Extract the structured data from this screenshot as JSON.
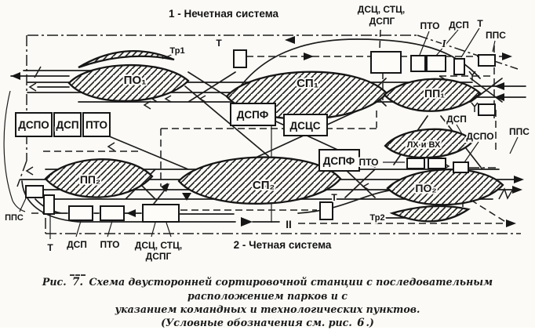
{
  "figure": {
    "title_odd": "1 - Нечетная система",
    "title_even": "2 - Четная система"
  },
  "colors": {
    "ink": "#1c1c1c",
    "paper": "#fbfaf6"
  },
  "parks": {
    "po1": "ПО₁",
    "sp1": "СП₁",
    "pp1": "ПП₁",
    "lh_vh": "ЛХ и ВХ",
    "pp2": "ПП₂",
    "sp2": "СП₂",
    "po2": "ПО₂"
  },
  "posts": {
    "left_dspo": "ДСПО",
    "left_dsp": "ДСП",
    "left_pto": "ПТО",
    "dspf_upper": "ДСПФ",
    "dscs": "ДСЦС",
    "dspf_lower": "ДСПФ"
  },
  "labels": {
    "top_dsc_stc": "ДСЦ, СТЦ,",
    "top_dspg": "ДСПГ",
    "top_pto": "ПТО",
    "top_dsp": "ДСП",
    "top_t": "Т",
    "top_pps": "ППС",
    "tr1": "Тр1",
    "t_upper": "Т",
    "roman_i": "I",
    "right_dsp": "ДСП",
    "right_dspo": "ДСПО",
    "right_pps": "ППС",
    "mid_pto": "ПТО",
    "t_lower": "Т",
    "tr2": "Тр2",
    "roman_ii": "II",
    "bottom_pps": "ППС",
    "bottom_t": "Т",
    "bottom_dsp": "ДСП",
    "bottom_pto": "ПТО",
    "bottom_dsc_stc": "ДСЦ, СТЦ,",
    "bottom_dspg": "ДСПГ"
  },
  "caption": {
    "prefix": "Рис.",
    "number": "7.",
    "line1": "Схема двусторонней сортировочной станции с последовательным расположением парков и с",
    "line2": "указанием командных и технологических пунктов.",
    "note_prefix": "(Условные обозначения см. рис.",
    "note_number": "6",
    "note_suffix": ".)"
  }
}
